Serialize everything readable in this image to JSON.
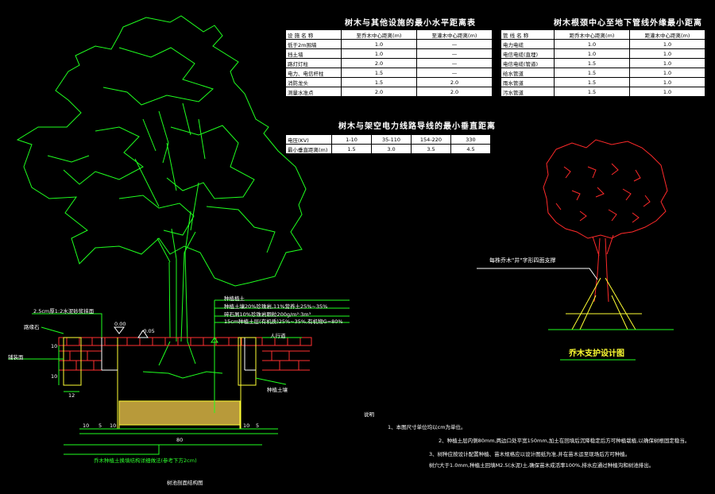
{
  "table1": {
    "title": "树木与其他设施的最小水平距离表",
    "headers": [
      "设 施 名 称",
      "至乔木中心距离(m)",
      "至灌木中心距离(m)"
    ],
    "rows": [
      [
        "低于2m围墙",
        "1.0",
        "—"
      ],
      [
        "挡土墙",
        "1.0",
        "—"
      ],
      [
        "路灯灯柱",
        "2.0",
        "—"
      ],
      [
        "电力、电信杆柱",
        "1.5",
        "—"
      ],
      [
        "消防龙头",
        "1.5",
        "2.0"
      ],
      [
        "测量水准点",
        "2.0",
        "2.0"
      ]
    ]
  },
  "table2": {
    "title": "树木根颈中心至地下管线外缘最小距离",
    "headers": [
      "管 线 名 称",
      "距乔木中心距离(m)",
      "距灌木中心距离(m)"
    ],
    "rows": [
      [
        "电力电缆",
        "1.0",
        "1.0"
      ],
      [
        "电信电缆(直埋)",
        "1.0",
        "1.0"
      ],
      [
        "电信电缆(管道)",
        "1.5",
        "1.0"
      ],
      [
        "给水管道",
        "1.5",
        "1.0"
      ],
      [
        "雨水管道",
        "1.5",
        "1.0"
      ],
      [
        "污水管道",
        "1.5",
        "1.0"
      ]
    ]
  },
  "table3": {
    "title": "树木与架空电力线路导线的最小垂直距离",
    "headers": [
      "电压(KV)",
      "1-10",
      "35-110",
      "154-220",
      "330"
    ],
    "row": [
      "最小垂直距离(m)",
      "1.5",
      "3.0",
      "3.5",
      "4.5"
    ]
  },
  "support": {
    "caption": "乔木支护设计图",
    "callout": "每株乔木\"井\"字形四面支撑"
  },
  "section": {
    "elev1": "0.00",
    "elev2": "-0.05",
    "callouts": [
      "种植植土",
      "种植土壤20%珍珠岩,11%营养土25%~35%",
      "碎石屑10%珍珠岩颗粒200g/m²·3m³",
      "15cm种植土层(有机质)25%~35%,有机物G=80%"
    ],
    "left_note": "2.5cm厚1:2水泥砂浆抹面",
    "left_note2": "路缘石",
    "left_note3": "铺装面",
    "right_note": "人行道",
    "right_note2": "种植土壤",
    "bottom_note": "乔木种植土换填结构详细做法(参考下方2cm)",
    "caption": "树池剖面结构图",
    "dims": [
      "10",
      "5",
      "10",
      "80",
      "10",
      "5",
      "12",
      "10",
      "10"
    ]
  },
  "notes": {
    "heading": "说明",
    "items": [
      "1、本图尺寸单位均以cm为单位。",
      "2、种植土层内侧80mm,两边口处平宽150mm,加土在回填后沉降稳定后方可种植栽植,以确保树根固定稳当。",
      "3、树种应按设计配置种植、苗木规格应以设计图纸为准,并在苗木运至现场后方可种植。",
      "树穴大于1.0mm,种植土回填M2.5(水泥)土,确保苗木成活率100%,排水应通过种植沟和树池排出。"
    ]
  }
}
